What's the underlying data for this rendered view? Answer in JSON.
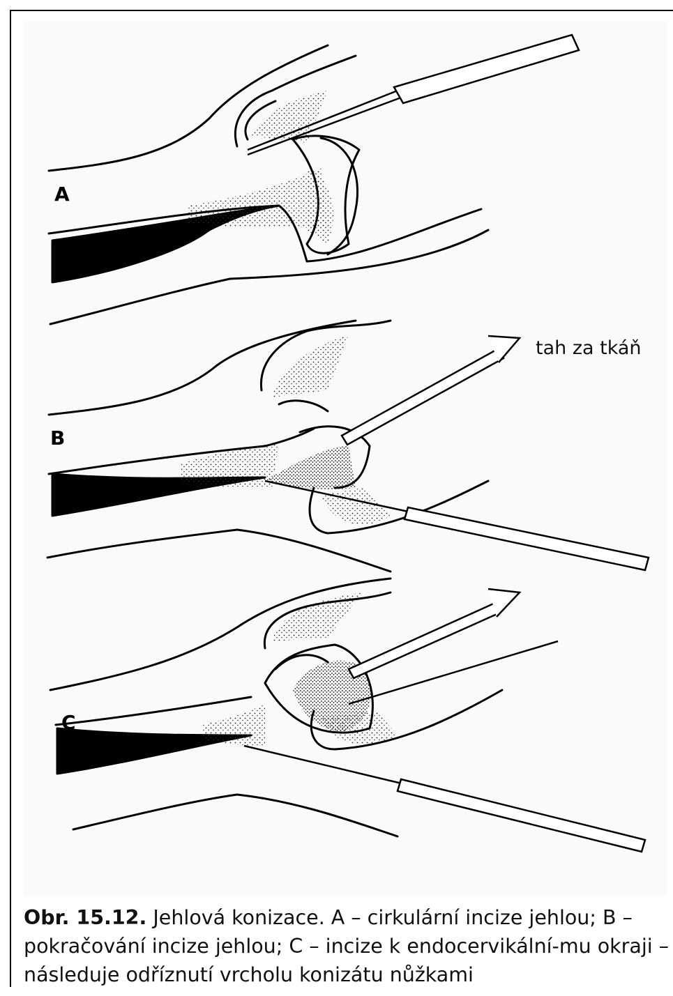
{
  "figure": {
    "panel_labels": [
      "A",
      "B",
      "C"
    ],
    "annotation": "tah za tkáň",
    "caption": {
      "number": "Obr. 15.12.",
      "text": "Jehlová konizace. A – cirkulární incize jehlou; B – pokračování incize jehlou; C – incize k endocervikální-mu okraji – následuje odříznutí vrcholu konizátu nůžkami"
    }
  }
}
